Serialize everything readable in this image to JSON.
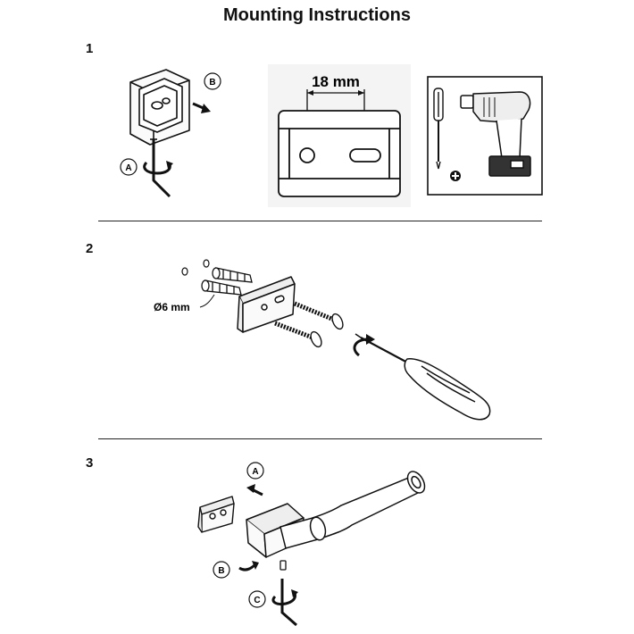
{
  "title": "Mounting Instructions",
  "steps": [
    {
      "number": "1"
    },
    {
      "number": "2"
    },
    {
      "number": "3"
    }
  ],
  "step1": {
    "label_a": "A",
    "label_b": "B",
    "dimension": "18 mm"
  },
  "step2": {
    "hole_diameter": "Ø6 mm"
  },
  "step3": {
    "label_a": "A",
    "label_b": "B",
    "label_c": "C"
  },
  "colors": {
    "line": "#111111",
    "panel_bg": "#f4f4f4",
    "bracket_fill": "#eeeeee"
  },
  "icons": [
    "allen-key-icon",
    "screwdriver-icon",
    "drill-icon",
    "plus-icon",
    "rotate-arrow-icon",
    "screw-icon",
    "wall-plug-icon"
  ]
}
